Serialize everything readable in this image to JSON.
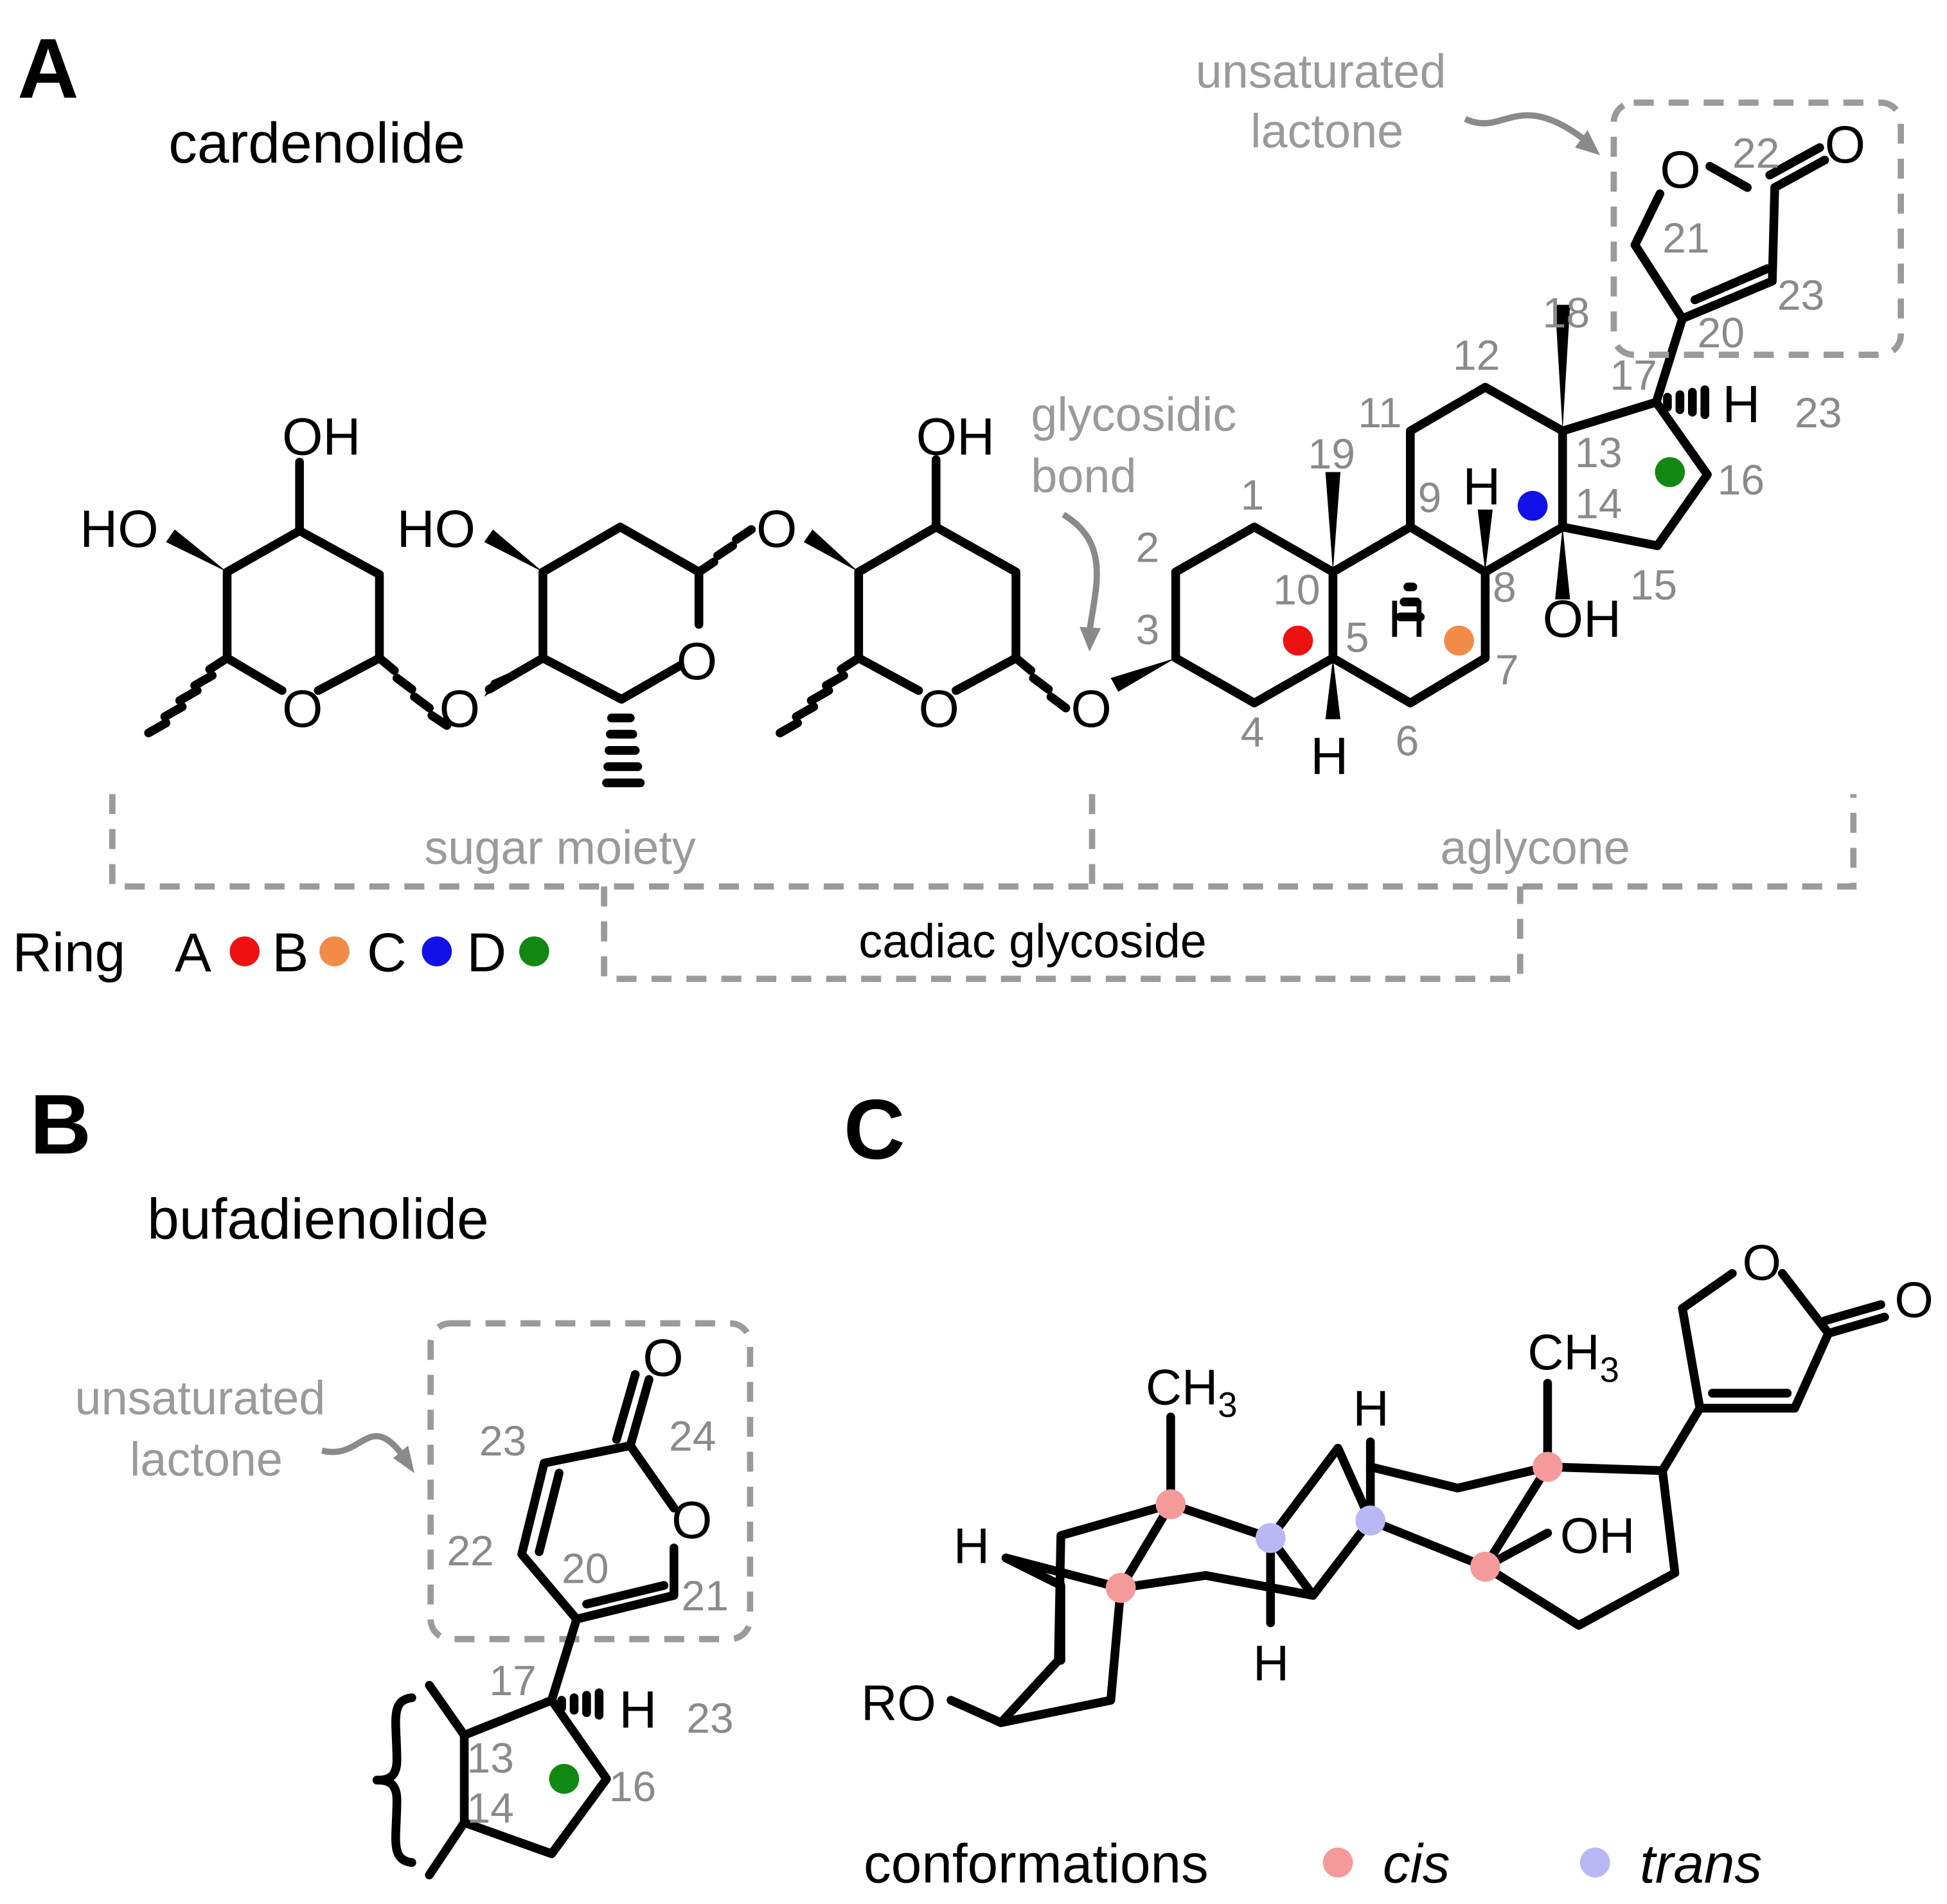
{
  "panels": {
    "a": {
      "label": "A",
      "title": "cardenolide"
    },
    "b": {
      "label": "B",
      "title": "bufadienolide"
    },
    "c": {
      "label": "C"
    }
  },
  "annotations": {
    "unsaturated_lactone_a": [
      "unsaturated",
      "lactone"
    ],
    "unsaturated_lactone_b": [
      "unsaturated",
      "lactone"
    ],
    "glycosidic_bond": [
      "glycosidic",
      "bond"
    ],
    "sugar_moiety": "sugar moiety",
    "aglycone": "aglycone",
    "cardiac_glycoside": "cadiac glycoside"
  },
  "ring_legend": {
    "label": "Ring",
    "items": [
      {
        "letter": "A",
        "color": "#ee1111"
      },
      {
        "letter": "B",
        "color": "#f28a48"
      },
      {
        "letter": "C",
        "color": "#1111e8"
      },
      {
        "letter": "D",
        "color": "#118811"
      }
    ]
  },
  "atoms_a": {
    "oh": "OH",
    "ho": "HO",
    "o": "O",
    "h": "H"
  },
  "numbers_a": [
    "1",
    "2",
    "3",
    "4",
    "5",
    "6",
    "7",
    "8",
    "9",
    "10",
    "11",
    "12",
    "13",
    "14",
    "15",
    "16",
    "17",
    "18",
    "19",
    "20",
    "21",
    "22",
    "23",
    "23"
  ],
  "numbers_b": [
    "13",
    "14",
    "16",
    "17",
    "20",
    "21",
    "22",
    "23",
    "23",
    "24"
  ],
  "atoms_c": {
    "ch3": "CH",
    "sub3": "3",
    "oh": "OH",
    "h": "H",
    "ro": "RO",
    "o": "O"
  },
  "conformations": {
    "label": "conformations",
    "cis": {
      "text": "cis",
      "color": "#f59a9a"
    },
    "trans": {
      "text": "trans",
      "color": "#b8b8f4"
    }
  }
}
